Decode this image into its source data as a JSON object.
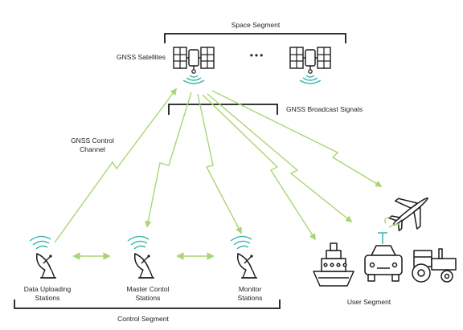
{
  "labels": {
    "space_segment": "Space Segment",
    "gnss_satellites": "GNSS Satellites",
    "ellipsis": "•••",
    "broadcast_signals": "GNSS Broadcast Signals",
    "control_channel_line1": "GNSS Control",
    "control_channel_line2": "Channel",
    "data_uploading_line1": "Data Uploading",
    "data_uploading_line2": "Stations",
    "master_control_line1": "Master Contol",
    "master_control_line2": "Stations",
    "monitor_line1": "Monitor",
    "monitor_line2": "Stations",
    "control_segment": "Control Segment",
    "user_segment": "User Segment"
  },
  "colors": {
    "signal_green": "#a8d672",
    "wave_teal": "#3bb5ad",
    "ink": "#1a1a1a"
  },
  "icons": [
    "satellite-icon",
    "dish-antenna-icon",
    "airplane-icon",
    "ship-icon",
    "car-icon",
    "tractor-icon"
  ]
}
